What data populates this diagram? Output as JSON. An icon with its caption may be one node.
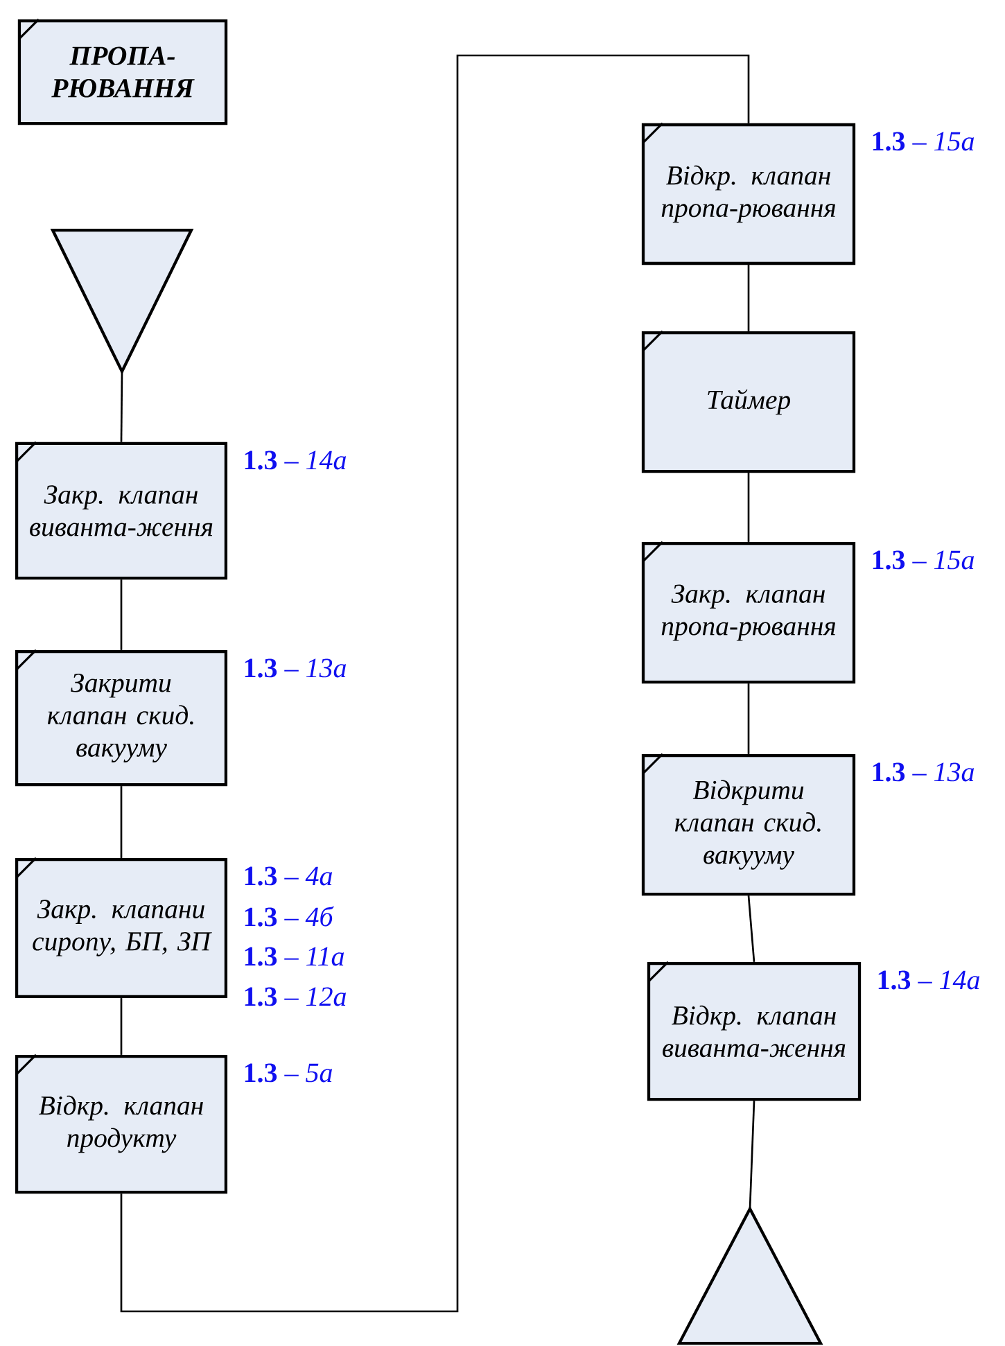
{
  "diagram": {
    "nodes": [
      {
        "text": [
          "ПРОПА-РЮВАННЯ"
        ]
      },
      {
        "text": [],
        "shape": "triangle"
      },
      {
        "text": [
          "Закр. клапан виванта-ження"
        ],
        "beside": [
          "**1.3** – *14а*"
        ]
      },
      {
        "text": [
          "Закрити клапан скид. вакууму"
        ],
        "beside": [
          "**1.3** – *13а*"
        ]
      },
      {
        "text": [
          "Закр. клапани сиропу, БП, ЗП"
        ],
        "beside": [
          "**1.3** – *4а*",
          "**1.3** – *4б*",
          "**1.3** – *11а*",
          "**1.3** – *12а*"
        ]
      },
      {
        "text": [
          "Відкр. клапан продукту"
        ],
        "beside": [
          "**1.3** – *5а*"
        ]
      },
      {
        "text": [
          "Відкр. клапан пропа-рювання"
        ],
        "beside": [
          "**1.3** – *15а*"
        ]
      },
      {
        "text": [
          "Таймер"
        ]
      },
      {
        "text": [
          "Закр. клапан пропа-рювання"
        ],
        "beside": [
          "**1.3** – *15а*"
        ]
      },
      {
        "text": [
          "Відкрити клапан скид. вакууму"
        ],
        "beside": [
          "**1.3** – *13а*"
        ]
      },
      {
        "text": [
          "Відкр. клапан виванта-ження"
        ],
        "beside": [
          "**1.3** – *14а*"
        ]
      },
      {
        "text": [],
        "shape": "triangle"
      }
    ],
    "edges": [
      {
        "from": 1,
        "to": 2,
        "arrow": "none"
      },
      {
        "from": 2,
        "to": 3,
        "arrow": "none"
      },
      {
        "from": 3,
        "to": 4,
        "arrow": "none"
      },
      {
        "from": 4,
        "to": 5,
        "arrow": "none"
      },
      {
        "from": 5,
        "to": 6,
        "arrow": "none"
      },
      {
        "from": 6,
        "to": 7,
        "arrow": "none"
      },
      {
        "from": 7,
        "to": 8,
        "arrow": "none"
      },
      {
        "from": 8,
        "to": 9,
        "arrow": "none"
      },
      {
        "from": 9,
        "to": 10,
        "arrow": "none"
      },
      {
        "from": 10,
        "to": 11,
        "arrow": "none"
      }
    ]
  }
}
